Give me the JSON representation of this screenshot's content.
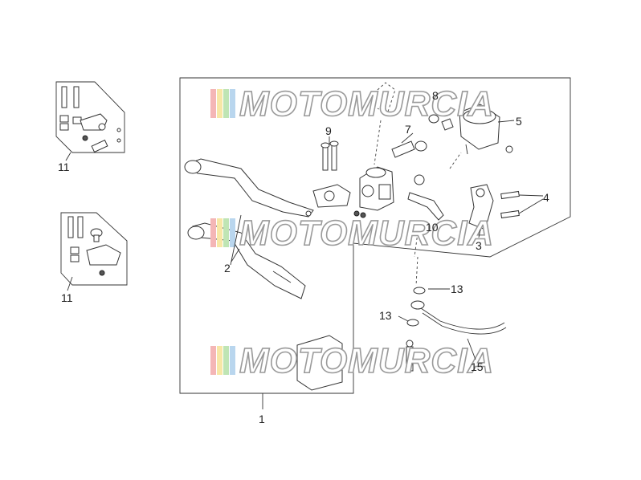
{
  "watermark": {
    "text": "MOTOMURCIA",
    "stripe_colors": [
      "#f4b6b6",
      "#f7e7a6",
      "#bfe5b4",
      "#b9d6ee"
    ]
  },
  "callouts": {
    "c1": "1",
    "c2": "2",
    "c3": "3",
    "c4": "4",
    "c5": "5",
    "c7": "7",
    "c8": "8",
    "c9": "9",
    "c10": "10",
    "c11a": "11",
    "c11b": "11",
    "c13a": "13",
    "c13b": "13",
    "c15": "15"
  }
}
